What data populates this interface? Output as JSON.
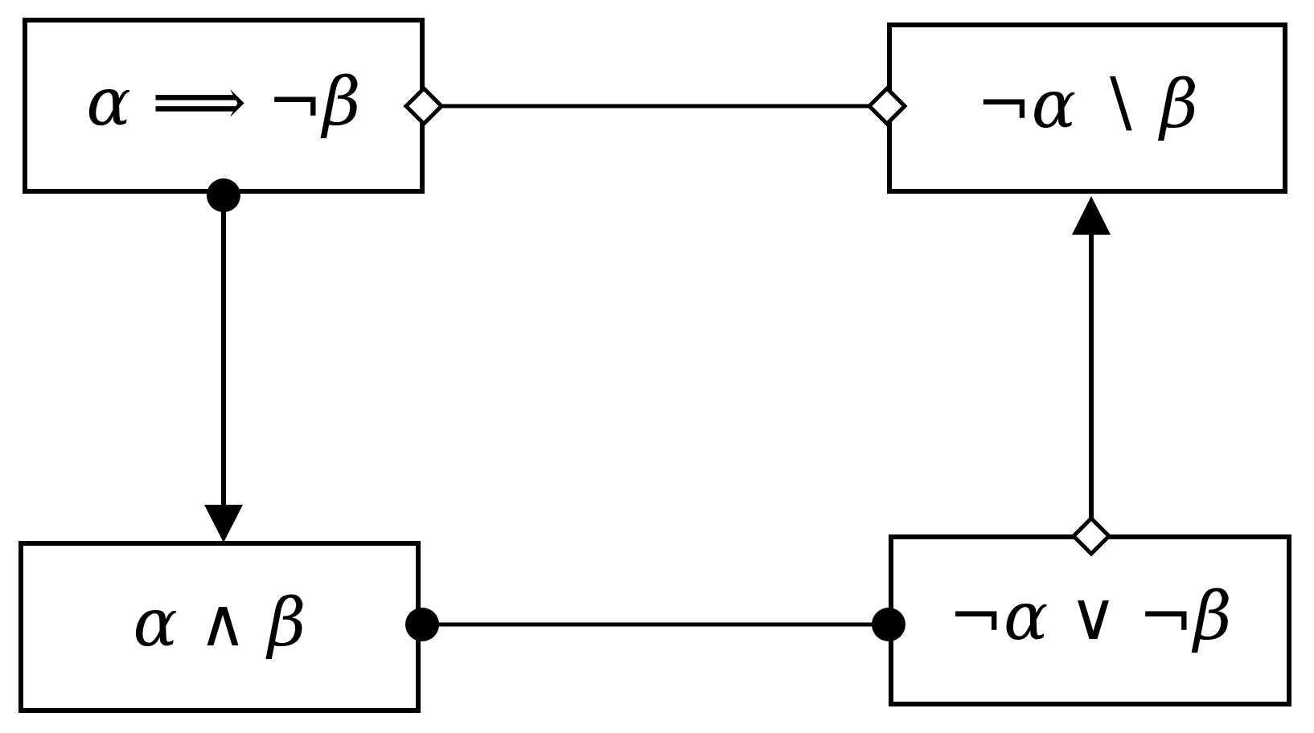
{
  "diagram": {
    "description": "Square of logical relations between four propositional formulas, drawn as four rectangular nodes connected by association/aggregation-style links",
    "background_color": "#ffffff",
    "stroke_color": "#000000",
    "node_fill_color": "#ffffff",
    "nodes": [
      {
        "id": "top-left",
        "label": "α ⟹ ¬β"
      },
      {
        "id": "top-right",
        "label": "¬α ∖ β"
      },
      {
        "id": "bottom-left",
        "label": "α ∧ β"
      },
      {
        "id": "bottom-right",
        "label": "¬α ∨ ¬β"
      }
    ],
    "edges": [
      {
        "from": "top-left",
        "to": "top-right",
        "orientation": "horizontal",
        "from_marker": "open-diamond",
        "to_marker": "open-diamond"
      },
      {
        "from": "top-left",
        "to": "bottom-left",
        "orientation": "vertical",
        "from_marker": "filled-circle",
        "to_marker": "filled-arrowhead"
      },
      {
        "from": "bottom-left",
        "to": "bottom-right",
        "orientation": "horizontal",
        "from_marker": "filled-circle",
        "to_marker": "filled-circle"
      },
      {
        "from": "bottom-right",
        "to": "top-right",
        "orientation": "vertical",
        "from_marker": "open-diamond",
        "to_marker": "filled-arrowhead"
      }
    ]
  }
}
